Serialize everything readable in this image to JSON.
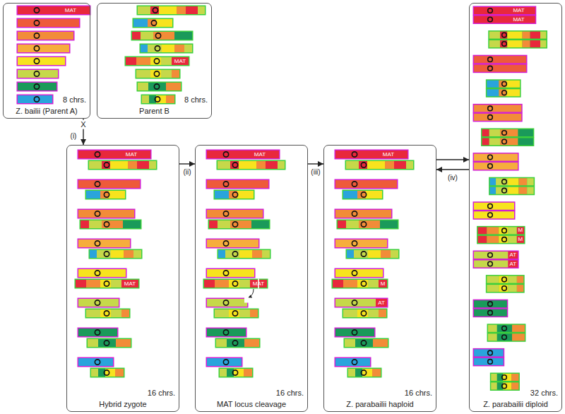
{
  "diagram": {
    "nodes": [
      {
        "text": [
          "8 chrs.",
          "Z. bailii (Parent A)"
        ]
      },
      {
        "text": [
          "MAT"
        ],
        "in": 0
      },
      {
        "text": [
          "8 chrs.",
          "Parent B"
        ]
      },
      {
        "text": [
          "MAT"
        ],
        "in": 2
      },
      {
        "text": [
          "16 chrs.",
          "Hybrid zygote"
        ]
      },
      {
        "text": [
          "MAT"
        ],
        "in": 4
      },
      {
        "text": [
          "MAT"
        ],
        "in": 4
      },
      {
        "text": [
          "16 chrs.",
          "MAT locus cleavage"
        ]
      },
      {
        "text": [
          "MAT"
        ],
        "in": 7
      },
      {
        "text": [
          "MAT"
        ],
        "in": 7
      },
      {
        "text": [
          "16 chrs.",
          "Z. parabailii haploid"
        ]
      },
      {
        "text": [
          "MAT"
        ],
        "in": 10
      },
      {
        "text": [
          "M"
        ],
        "in": 10
      },
      {
        "text": [
          "AT"
        ],
        "in": 10
      },
      {
        "text": [
          "32 chrs.",
          "Z. parabailii diploid"
        ]
      },
      {
        "text": [
          "MAT"
        ],
        "in": 14
      },
      {
        "text": [
          "MAT"
        ],
        "in": 14
      },
      {
        "text": [
          "M"
        ],
        "in": 14
      },
      {
        "text": [
          "M"
        ],
        "in": 14
      },
      {
        "text": [
          "AT"
        ],
        "in": 14
      },
      {
        "text": [
          "AT"
        ],
        "in": 14
      }
    ],
    "edges": [
      {
        "from": 0,
        "to": 4,
        "arrow": "to",
        "label": "(i)"
      },
      {
        "from": 4,
        "to": 7,
        "arrow": "to",
        "label": "(ii)"
      },
      {
        "from": 7,
        "to": 10,
        "arrow": "to",
        "label": "(iii)"
      },
      {
        "from": 10,
        "to": 14,
        "arrow": "to",
        "label": "(iv)"
      },
      {
        "from": 14,
        "to": 10,
        "arrow": "to"
      }
    ],
    "labels": [
      "X"
    ]
  }
}
